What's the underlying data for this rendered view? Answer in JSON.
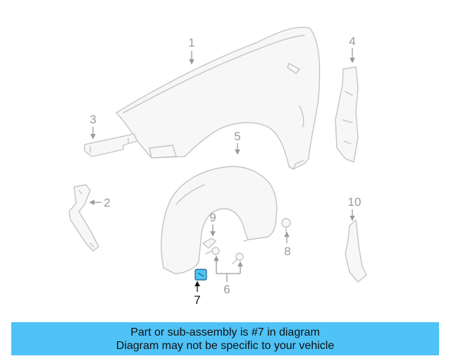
{
  "callouts": {
    "c1": "1",
    "c2": "2",
    "c3": "3",
    "c4": "4",
    "c5": "5",
    "c6": "6",
    "c7": "7",
    "c8": "8",
    "c9": "9",
    "c10": "10"
  },
  "highlight_color": "#4fc2f6",
  "banner": {
    "line1": "Part or sub-assembly is #7 in diagram",
    "line2": "Diagram may not be specific to your vehicle",
    "color": "#4fc2f6"
  }
}
